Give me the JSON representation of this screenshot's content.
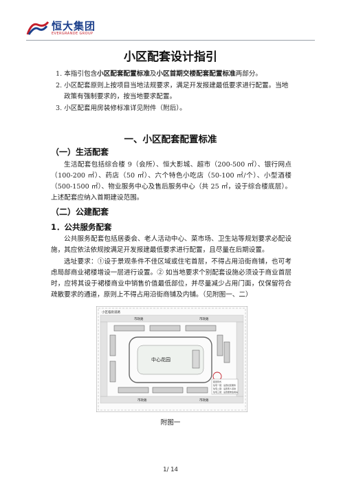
{
  "header": {
    "logo_cn": "恒大集团",
    "logo_en": "EVERGRANDE GROUP",
    "brand_colors": {
      "blue": "#1b3f8b",
      "red": "#c41e2a"
    }
  },
  "title": "小区配套设计指引",
  "intro": {
    "item1": {
      "a": "1. 本指引包含",
      "b": "小区配套配置标准",
      "c": "及",
      "d": "小区首期交楼配套配置标准",
      "e": "两部分。"
    },
    "item2": "2. 小区配套原则上按项目当地法规要求，满足开发报建最低要求进行配置。当地政策有强制要求的，按当地要求配置。",
    "item3": "3. 小区配套用房装修标准详见附件（附后）。"
  },
  "section1_title": "一、小区配套配置标准",
  "sub1_title": "（一）生活配套",
  "sub1_para": "生活配套包括综合楼 9（会所）、恒大影城、超市（200-500 ㎡）、银行网点（100-200 ㎡）、药店（50 ㎡）、六个特色小吃店（50-100 ㎡/个）、小型酒楼（500-1500 ㎡）、物业服务中心及售后服务中心（共 25 ㎡，设于综合楼底层）。上述配套应纳入首期建设范围。",
  "sub2_title": "（二）公建配套",
  "sub2_1_title": "1．公共服务配套",
  "sub2_1_para1": "公共服务配套包括居委会、老人活动中心、菜市场、卫生站等规划要求必配设施，其应依法依规按满足开发报建最低要求进行配置，且尽量在后期设置。",
  "sub2_1_para2": "选址要求：①设于景观条件不佳区域或住宅首层，不得占用沿街商铺，也可考虑局部商业裙楼增设一层进行设置。② 如当地要求个别配套设施必须设于商业首层时，应将其设于裙楼商业中销售价值最低部位，并尽量减少占用门面，仅保留符合疏散要求的通道，原则上不得占用沿街商铺及内铺。（见附图一、二）",
  "figure": {
    "top_road": "小区临街道路",
    "road_label": "市政路",
    "center_label": "中心花园",
    "notes": [
      "配置形式",
      "住宅一层：设置社区服务",
      "住宅二层：设置老人活动",
      "住宅三层：设置居委会用房"
    ]
  },
  "caption": "附图一",
  "page": "1/ 14"
}
